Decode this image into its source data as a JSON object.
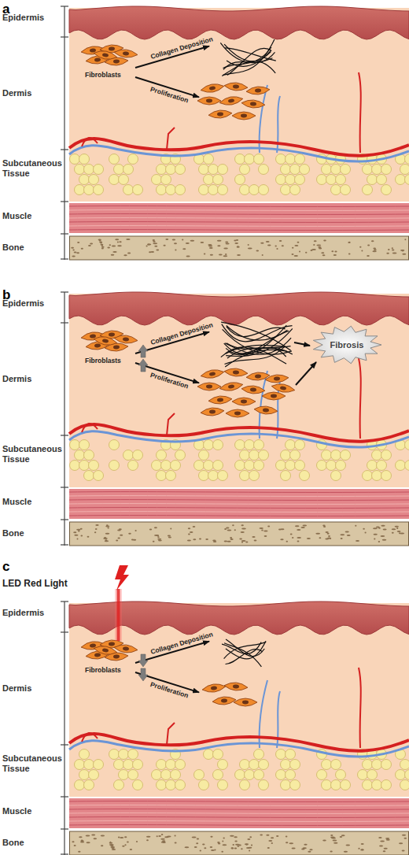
{
  "diagram": {
    "nodes": [
      {
        "text": [
          "Fibrosis"
        ]
      }
    ],
    "labels": [
      "a",
      "Epidermis",
      "Dermis",
      "Subcutaneous Tissue",
      "Muscle",
      "Bone",
      "Collagen Deposition",
      "Fibroblasts",
      "Proliferation",
      "b",
      "Epidermis",
      "Dermis",
      "Subcutaneous Tissue",
      "Muscle",
      "Bone",
      "Collagen Deposition",
      "Fibroblasts",
      "Proliferation",
      "c",
      "LED Red Light",
      "Epidermis",
      "Dermis",
      "Subcutaneous Tissue",
      "Muscle",
      "Bone",
      "Collagen Deposition",
      "Fibroblasts",
      "Proliferation"
    ]
  }
}
